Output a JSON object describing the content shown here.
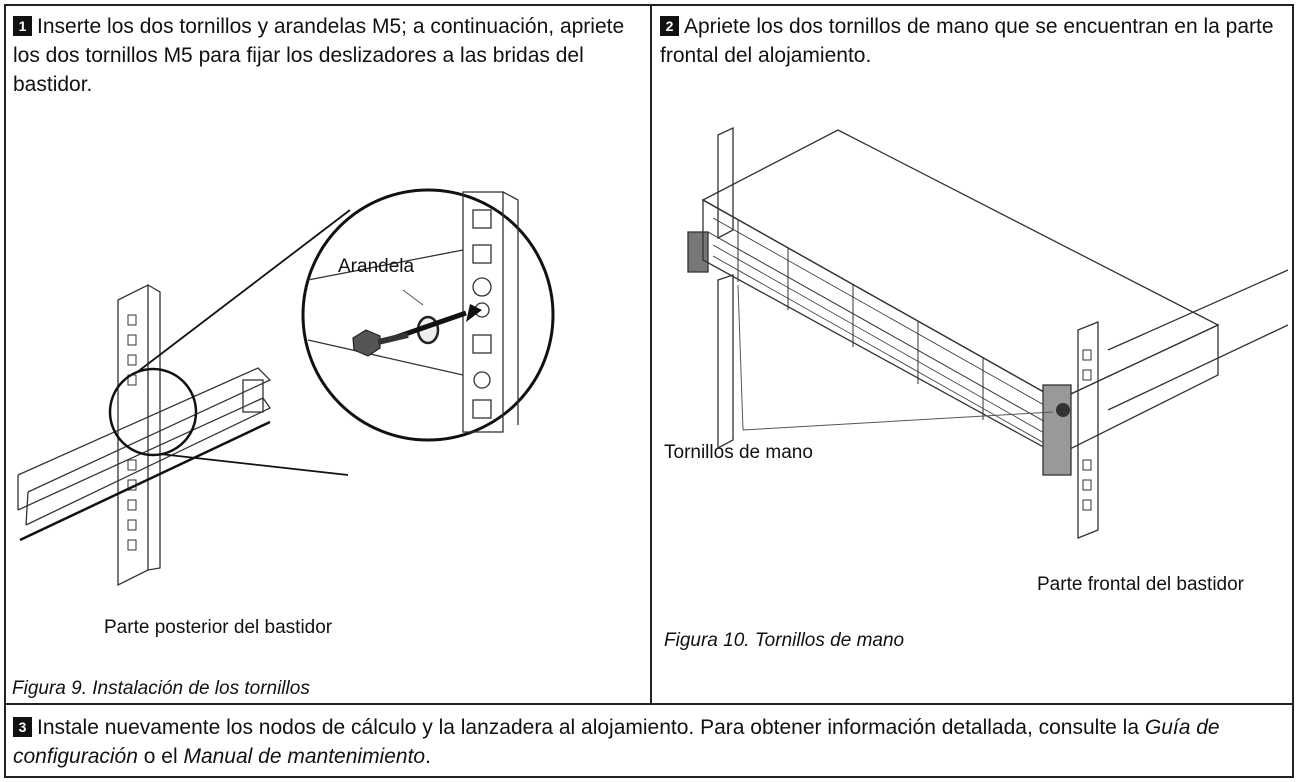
{
  "panel1": {
    "step_number": "1",
    "instruction": "Inserte los dos tornillos y arandelas M5; a continuación, apriete los dos tornillos M5 para fijar los deslizadores a las bridas del bastidor.",
    "label_washer": "Arandela",
    "label_rear": "Parte posterior del bastidor",
    "figure_caption": "Figura 9.  Instalación de los tornillos"
  },
  "panel2": {
    "step_number": "2",
    "instruction": "Apriete los dos tornillos de mano que se encuentran en la parte frontal del alojamiento.",
    "label_thumbscrews": "Tornillos de mano",
    "label_front": "Parte frontal del bastidor",
    "figure_caption": "Figura 10.  Tornillos de mano"
  },
  "panel3": {
    "step_number": "3",
    "text_before": "Instale nuevamente los nodos de cálculo y la lanzadera al alojamiento. Para obtener información detallada, consulte la ",
    "guide_title": "Guía de configuración",
    "text_middle": " o el ",
    "manual_title": "Manual de mantenimiento",
    "text_end": "."
  }
}
